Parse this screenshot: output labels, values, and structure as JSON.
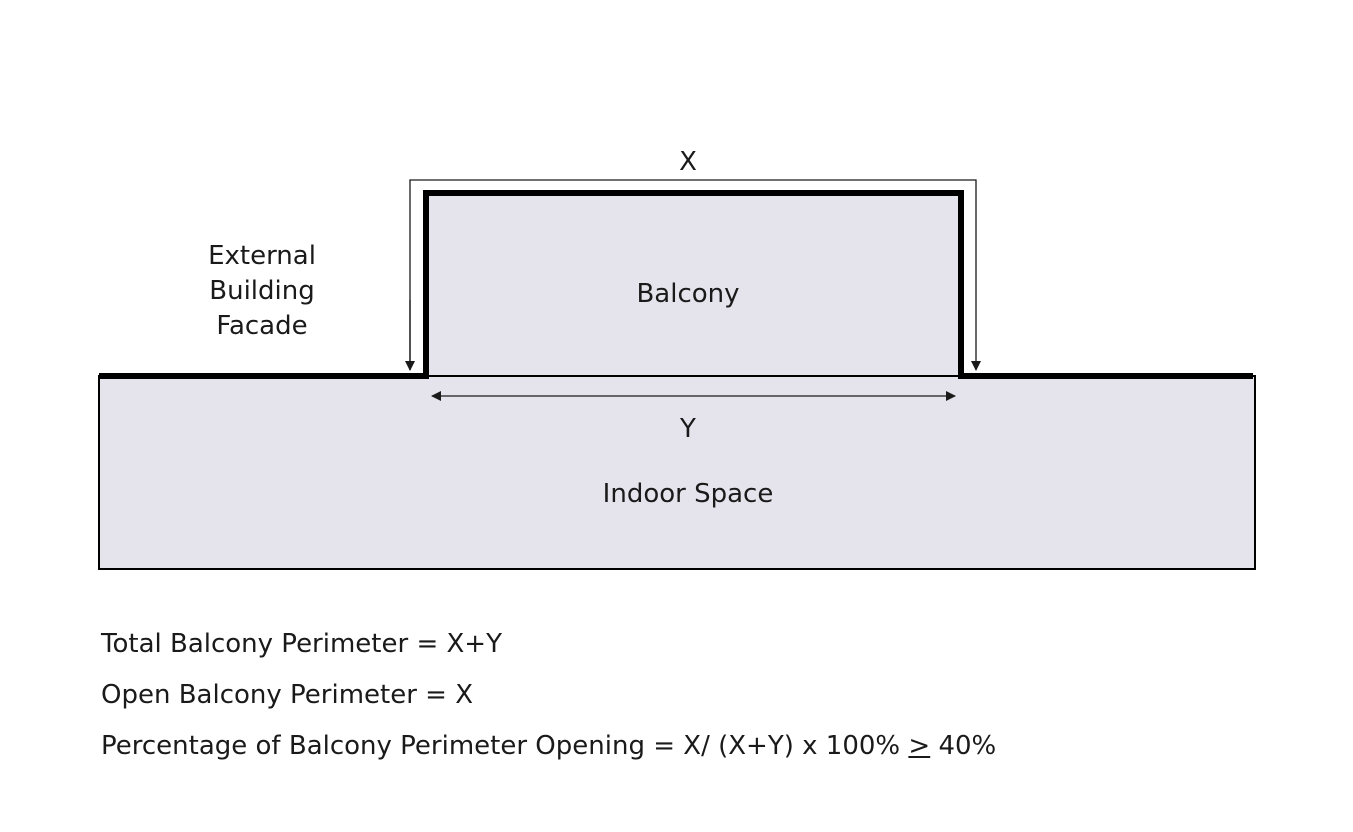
{
  "labels": {
    "x": "X",
    "y": "Y",
    "facade_line1": "External",
    "facade_line2": "Building",
    "facade_line3": "Facade",
    "balcony": "Balcony",
    "indoor": "Indoor Space"
  },
  "formulas": {
    "total": "Total Balcony Perimeter = X+Y",
    "open": "Open Balcony Perimeter = X",
    "percentage_prefix": "Percentage of Balcony Perimeter Opening = X/ (X+Y) x 100% ",
    "percentage_symbol": ">",
    "percentage_suffix": " 40%"
  },
  "colors": {
    "fill": "#e5e4ec",
    "stroke": "#000000",
    "text": "#1a1a1a"
  }
}
